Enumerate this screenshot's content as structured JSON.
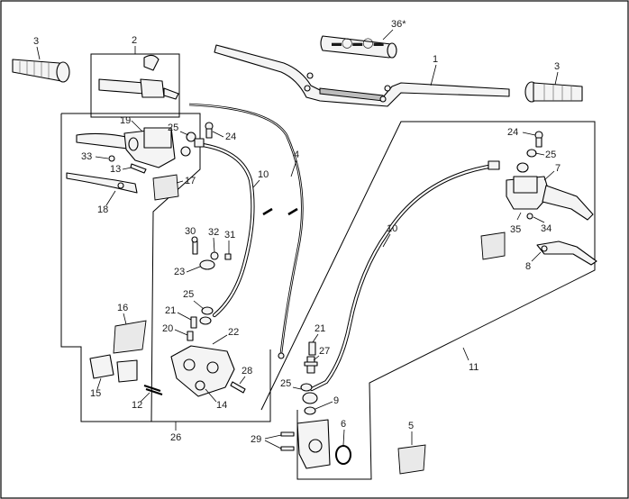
{
  "callouts": {
    "c1": "1",
    "c2": "2",
    "c3a": "3",
    "c3b": "3",
    "c4": "4",
    "c5": "5",
    "c6": "6",
    "c7": "7",
    "c8": "8",
    "c9": "9",
    "c10a": "10",
    "c10b": "10",
    "c11": "11",
    "c12": "12",
    "c13": "13",
    "c14": "14",
    "c15": "15",
    "c16": "16",
    "c17": "17",
    "c18": "18",
    "c19": "19",
    "c20": "20",
    "c21a": "21",
    "c21b": "21",
    "c22": "22",
    "c23": "23",
    "c24a": "24",
    "c24b": "24",
    "c25a": "25",
    "c25b": "25",
    "c25c": "25",
    "c25d": "25",
    "c26": "26",
    "c27": "27",
    "c28": "28",
    "c29": "29",
    "c30": "30",
    "c31": "31",
    "c32": "32",
    "c33": "33",
    "c34": "34",
    "c35": "35",
    "c36": "36*"
  }
}
